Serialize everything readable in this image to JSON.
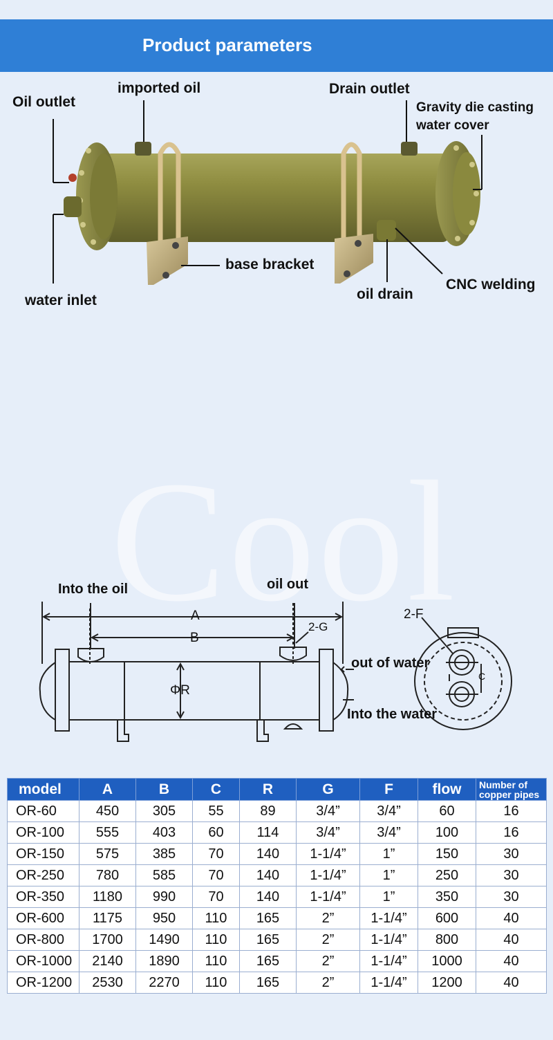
{
  "header": {
    "title": "Product parameters"
  },
  "callouts": {
    "oil_outlet": "Oil outlet",
    "imported_oil": "imported oil",
    "drain_outlet": "Drain outlet",
    "gravity_line1": "Gravity die casting",
    "gravity_line2": "water cover",
    "base_bracket": "base bracket",
    "water_inlet": "water inlet",
    "oil_drain": "oil drain",
    "cnc_welding": "CNC welding"
  },
  "watermark": "Cool",
  "diagram": {
    "into_oil": "Into the oil",
    "oil_out": "oil out",
    "dim_a": "A",
    "dim_b": "B",
    "dim_r": "ΦR",
    "dim_g": "2-G",
    "dim_f": "2-F",
    "dim_c": "C",
    "out_water": "out of water",
    "into_water": "Into the water"
  },
  "table": {
    "headers": [
      "model",
      "A",
      "B",
      "C",
      "R",
      "G",
      "F",
      "flow",
      "Number of copper pipes"
    ],
    "rows": [
      [
        "OR-60",
        "450",
        "305",
        "55",
        "89",
        "3/4”",
        "3/4”",
        "60",
        "16"
      ],
      [
        "OR-100",
        "555",
        "403",
        "60",
        "114",
        "3/4”",
        "3/4”",
        "100",
        "16"
      ],
      [
        "OR-150",
        "575",
        "385",
        "70",
        "140",
        "1-1/4”",
        "1”",
        "150",
        "30"
      ],
      [
        "OR-250",
        "780",
        "585",
        "70",
        "140",
        "1-1/4”",
        "1”",
        "250",
        "30"
      ],
      [
        "OR-350",
        "1180",
        "990",
        "70",
        "140",
        "1-1/4”",
        "1”",
        "350",
        "30"
      ],
      [
        "OR-600",
        "1175",
        "950",
        "110",
        "165",
        "2”",
        "1-1/4”",
        "600",
        "40"
      ],
      [
        "OR-800",
        "1700",
        "1490",
        "110",
        "165",
        "2”",
        "1-1/4”",
        "800",
        "40"
      ],
      [
        "OR-1000",
        "2140",
        "1890",
        "110",
        "165",
        "2”",
        "1-1/4”",
        "1000",
        "40"
      ],
      [
        "OR-1200",
        "2530",
        "2270",
        "110",
        "165",
        "2”",
        "1-1/4”",
        "1200",
        "40"
      ]
    ]
  },
  "colors": {
    "banner": "#2f7fd6",
    "background": "#e6eef9",
    "body_olive": "#8b8a3e",
    "table_header": "#1f5fc0"
  }
}
